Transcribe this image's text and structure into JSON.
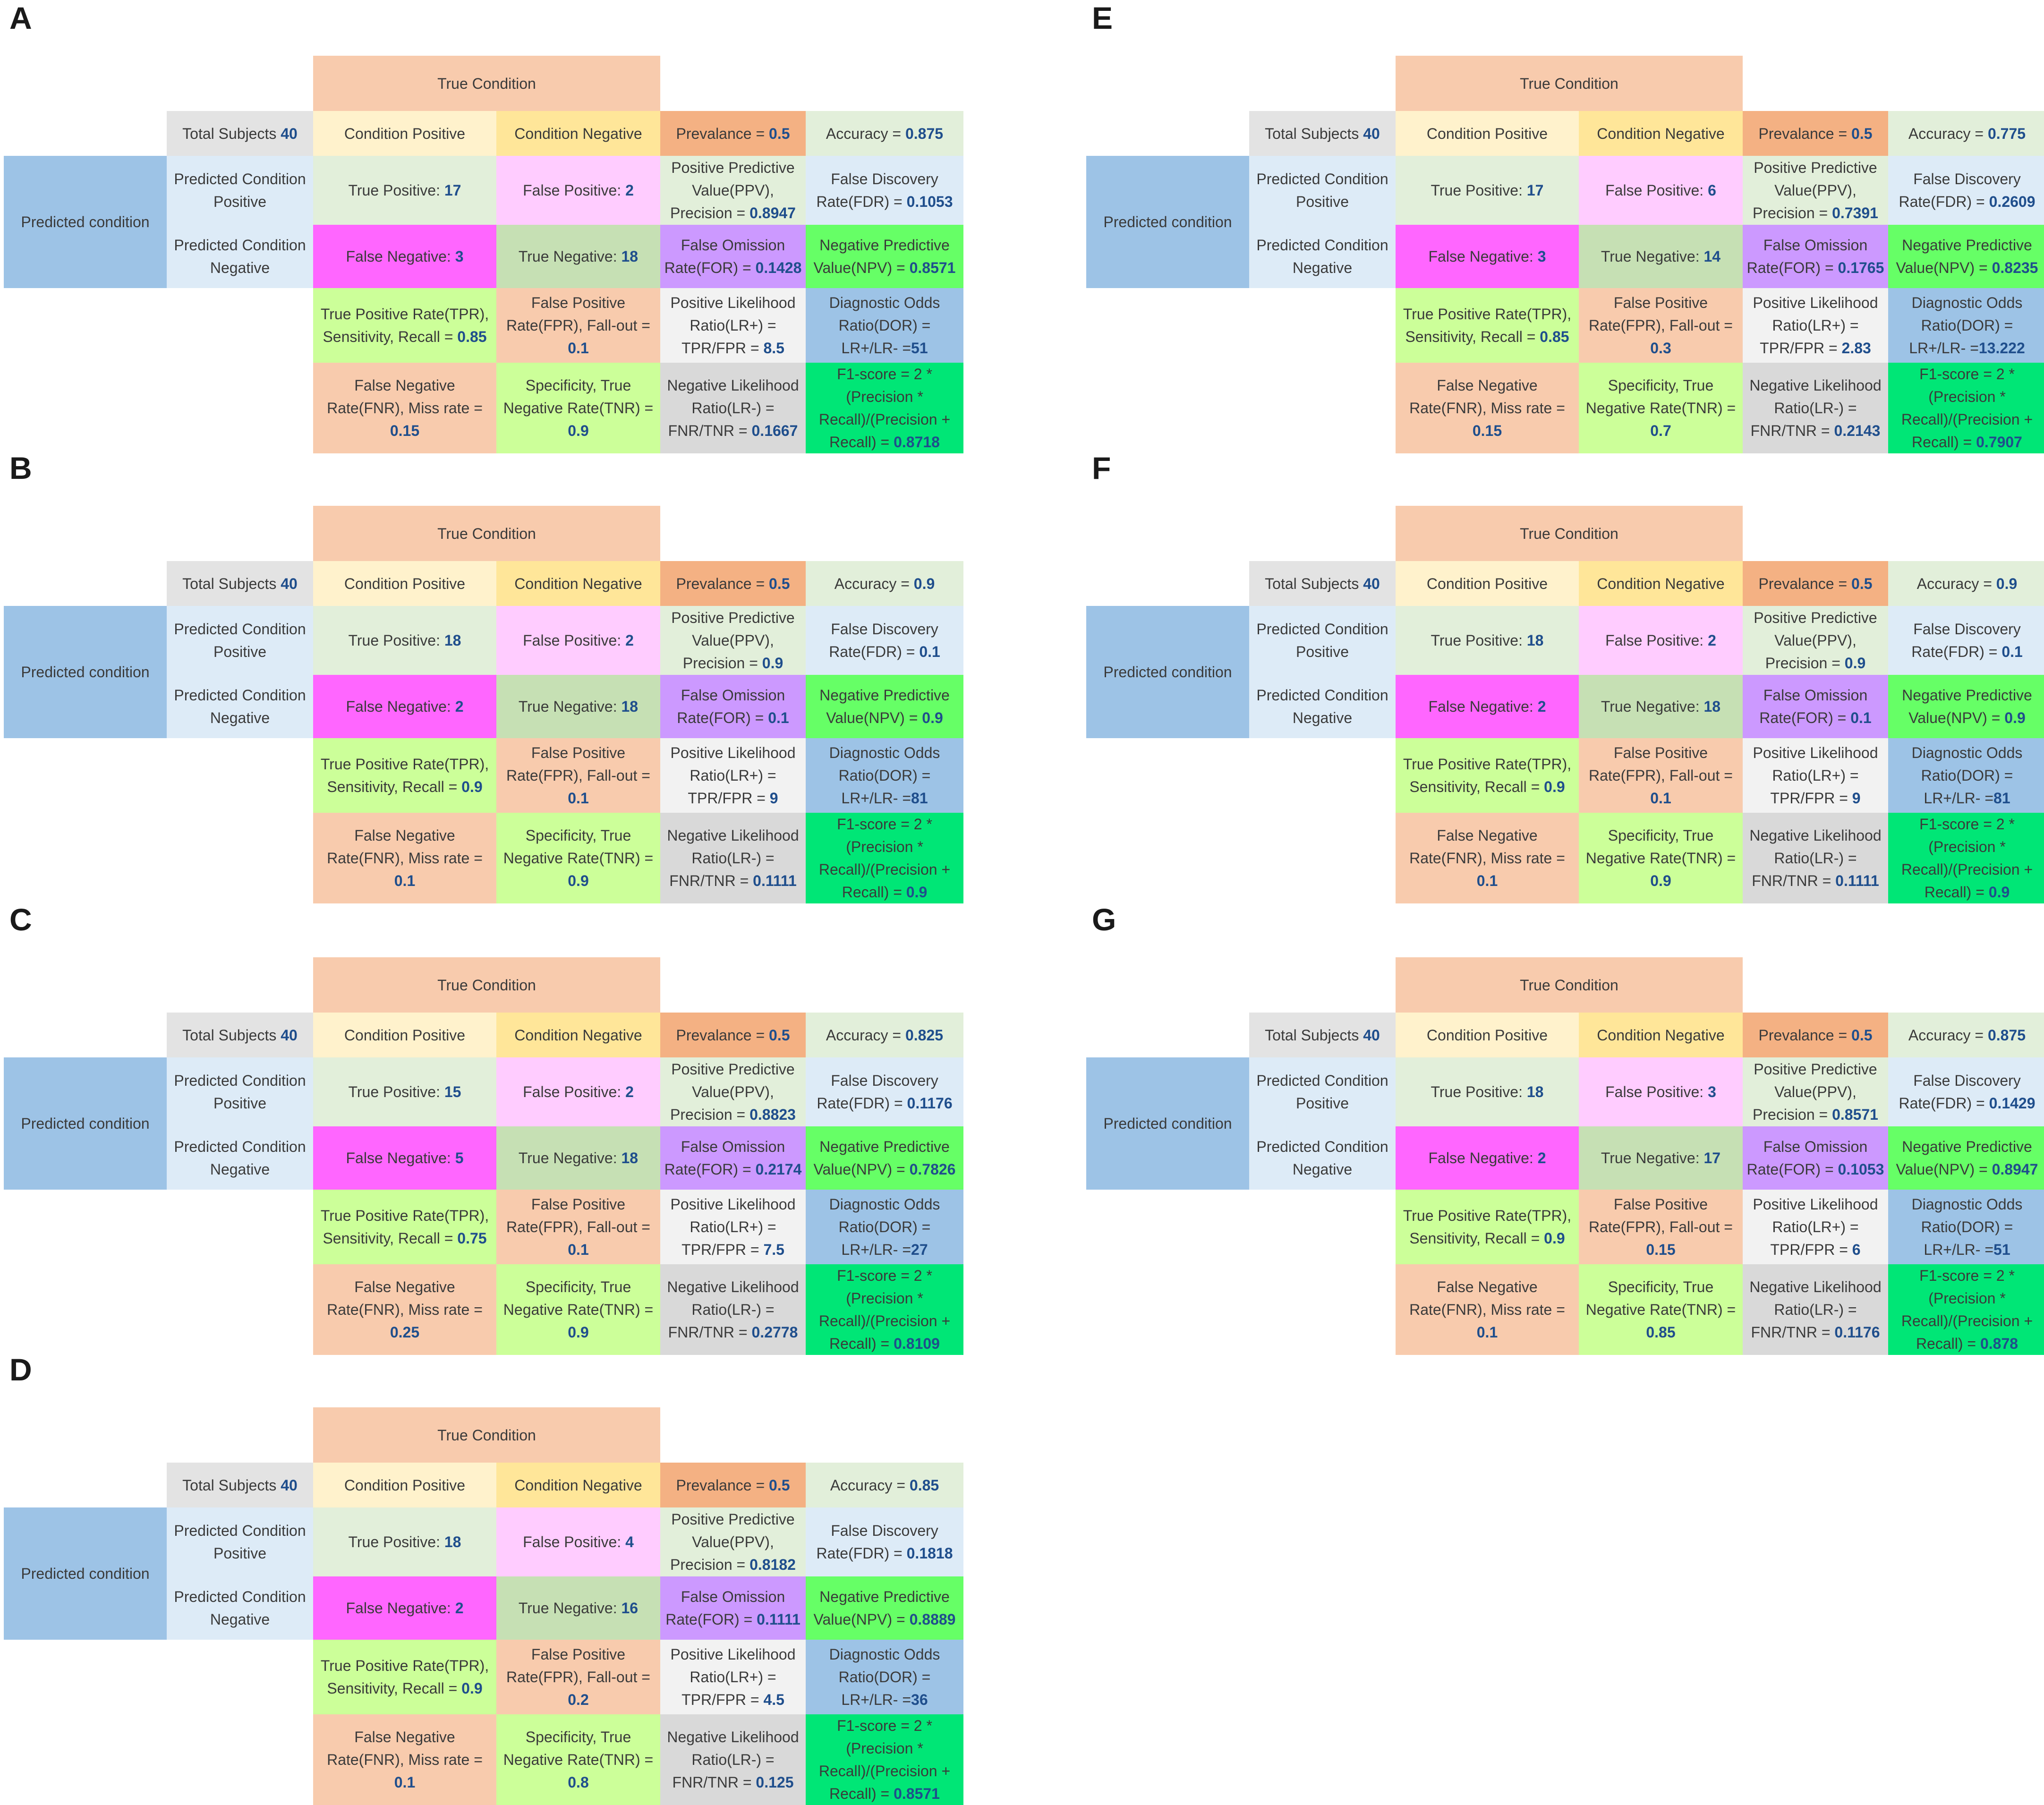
{
  "colors": {
    "true_condition": "#f8cbad",
    "total": "#e3e3e3",
    "cond_pos": "#fff2cc",
    "cond_neg": "#ffe699",
    "prevalence": "#f4b183",
    "accuracy": "#e2efda",
    "predicted_condition": "#9dc3e6",
    "pred_labels": "#ddebf7",
    "tp": "#e2efda",
    "fp": "#ffccff",
    "fn": "#ff66ff",
    "tn": "#c6e0b4",
    "ppv": "#e2efda",
    "fdr": "#ddebf7",
    "for": "#cc99ff",
    "npv": "#66ff66",
    "tpr": "#ccff99",
    "fpr": "#f8cbad",
    "lrp": "#f2f2f2",
    "dor": "#9dc3e6",
    "fnr": "#f8cbad",
    "tnr": "#ccff99",
    "lrn": "#d9d9d9",
    "f1": "#00e676",
    "value_text": "#1f4e8c"
  },
  "labels": {
    "true_condition": "True Condition",
    "total": "Total Subjects ",
    "cond_pos": "Condition Positive",
    "cond_neg": "Condition Negative",
    "prevalence": "Prevalance = ",
    "accuracy": "Accuracy = ",
    "predicted_condition": "Predicted condition",
    "pred_pos": "Predicted Condition Positive",
    "pred_neg": "Predicted Condition Negative",
    "tp": "True Positive: ",
    "fp": "False Positive: ",
    "fn": "False Negative: ",
    "tn": "True Negative: ",
    "ppv": "Positive Predictive Value(PPV), Precision = ",
    "fdr": "False Discovery Rate(FDR) = ",
    "for": "False Omission Rate(FOR) = ",
    "npv": "Negative Predictive Value(NPV) = ",
    "tpr": "True Positive Rate(TPR), Sensitivity, Recall = ",
    "fpr": "False Positive Rate(FPR), Fall-out = ",
    "lrp": "Positive Likelihood Ratio(LR+) = TPR/FPR = ",
    "dor": "Diagnostic Odds Ratio(DOR) = LR+/LR- =",
    "fnr": "False Negative Rate(FNR), Miss rate = ",
    "tnr": "Specificity, True Negative Rate(TNR) = ",
    "lrn": "Negative Likelihood Ratio(LR-) = FNR/TNR = ",
    "f1": "F1-score = 2 * (Precision * Recall)/(Precision + Recall) = "
  },
  "panels": [
    {
      "letter": "A",
      "total": "40",
      "prevalence": "0.5",
      "accuracy": "0.875",
      "tp": "17",
      "fp": "2",
      "fn": "3",
      "tn": "18",
      "ppv": "0.8947",
      "fdr": "0.1053",
      "for": "0.1428",
      "npv": "0.8571",
      "tpr": "0.85",
      "fpr": "0.1",
      "lrp": "8.5",
      "dor": "51",
      "fnr": "0.15",
      "tnr": "0.9",
      "lrn": "0.1667",
      "f1": "0.8718"
    },
    {
      "letter": "B",
      "total": "40",
      "prevalence": "0.5",
      "accuracy": "0.9",
      "tp": "18",
      "fp": "2",
      "fn": "2",
      "tn": "18",
      "ppv": "0.9",
      "fdr": "0.1",
      "for": "0.1",
      "npv": "0.9",
      "tpr": "0.9",
      "fpr": "0.1",
      "lrp": "9",
      "dor": "81",
      "fnr": "0.1",
      "tnr": "0.9",
      "lrn": "0.1111",
      "f1": "0.9"
    },
    {
      "letter": "C",
      "total": "40",
      "prevalence": "0.5",
      "accuracy": "0.825",
      "tp": "15",
      "fp": "2",
      "fn": "5",
      "tn": "18",
      "ppv": "0.8823",
      "fdr": "0.1176",
      "for": "0.2174",
      "npv": "0.7826",
      "tpr": "0.75",
      "fpr": "0.1",
      "lrp": "7.5",
      "dor": "27",
      "fnr": "0.25",
      "tnr": "0.9",
      "lrn": "0.2778",
      "f1": "0.8109"
    },
    {
      "letter": "D",
      "total": "40",
      "prevalence": "0.5",
      "accuracy": "0.85",
      "tp": "18",
      "fp": "4",
      "fn": "2",
      "tn": "16",
      "ppv": "0.8182",
      "fdr": "0.1818",
      "for": "0.1111",
      "npv": "0.8889",
      "tpr": "0.9",
      "fpr": "0.2",
      "lrp": "4.5",
      "dor": "36",
      "fnr": "0.1",
      "tnr": "0.8",
      "lrn": "0.125",
      "f1": "0.8571"
    },
    {
      "letter": "E",
      "total": "40",
      "prevalence": "0.5",
      "accuracy": "0.775",
      "tp": "17",
      "fp": "6",
      "fn": "3",
      "tn": "14",
      "ppv": "0.7391",
      "fdr": "0.2609",
      "for": "0.1765",
      "npv": "0.8235",
      "tpr": "0.85",
      "fpr": "0.3",
      "lrp": "2.83",
      "dor": "13.222",
      "fnr": "0.15",
      "tnr": "0.7",
      "lrn": "0.2143",
      "f1": "0.7907"
    },
    {
      "letter": "F",
      "total": "40",
      "prevalence": "0.5",
      "accuracy": "0.9",
      "tp": "18",
      "fp": "2",
      "fn": "2",
      "tn": "18",
      "ppv": "0.9",
      "fdr": "0.1",
      "for": "0.1",
      "npv": "0.9",
      "tpr": "0.9",
      "fpr": "0.1",
      "lrp": "9",
      "dor": "81",
      "fnr": "0.1",
      "tnr": "0.9",
      "lrn": "0.1111",
      "f1": "0.9"
    },
    {
      "letter": "G",
      "total": "40",
      "prevalence": "0.5",
      "accuracy": "0.875",
      "tp": "18",
      "fp": "3",
      "fn": "2",
      "tn": "17",
      "ppv": "0.8571",
      "fdr": "0.1429",
      "for": "0.1053",
      "npv": "0.8947",
      "tpr": "0.9",
      "fpr": "0.15",
      "lrp": "6",
      "dor": "51",
      "fnr": "0.1",
      "tnr": "0.85",
      "lrn": "0.1176",
      "f1": "0.878"
    }
  ]
}
